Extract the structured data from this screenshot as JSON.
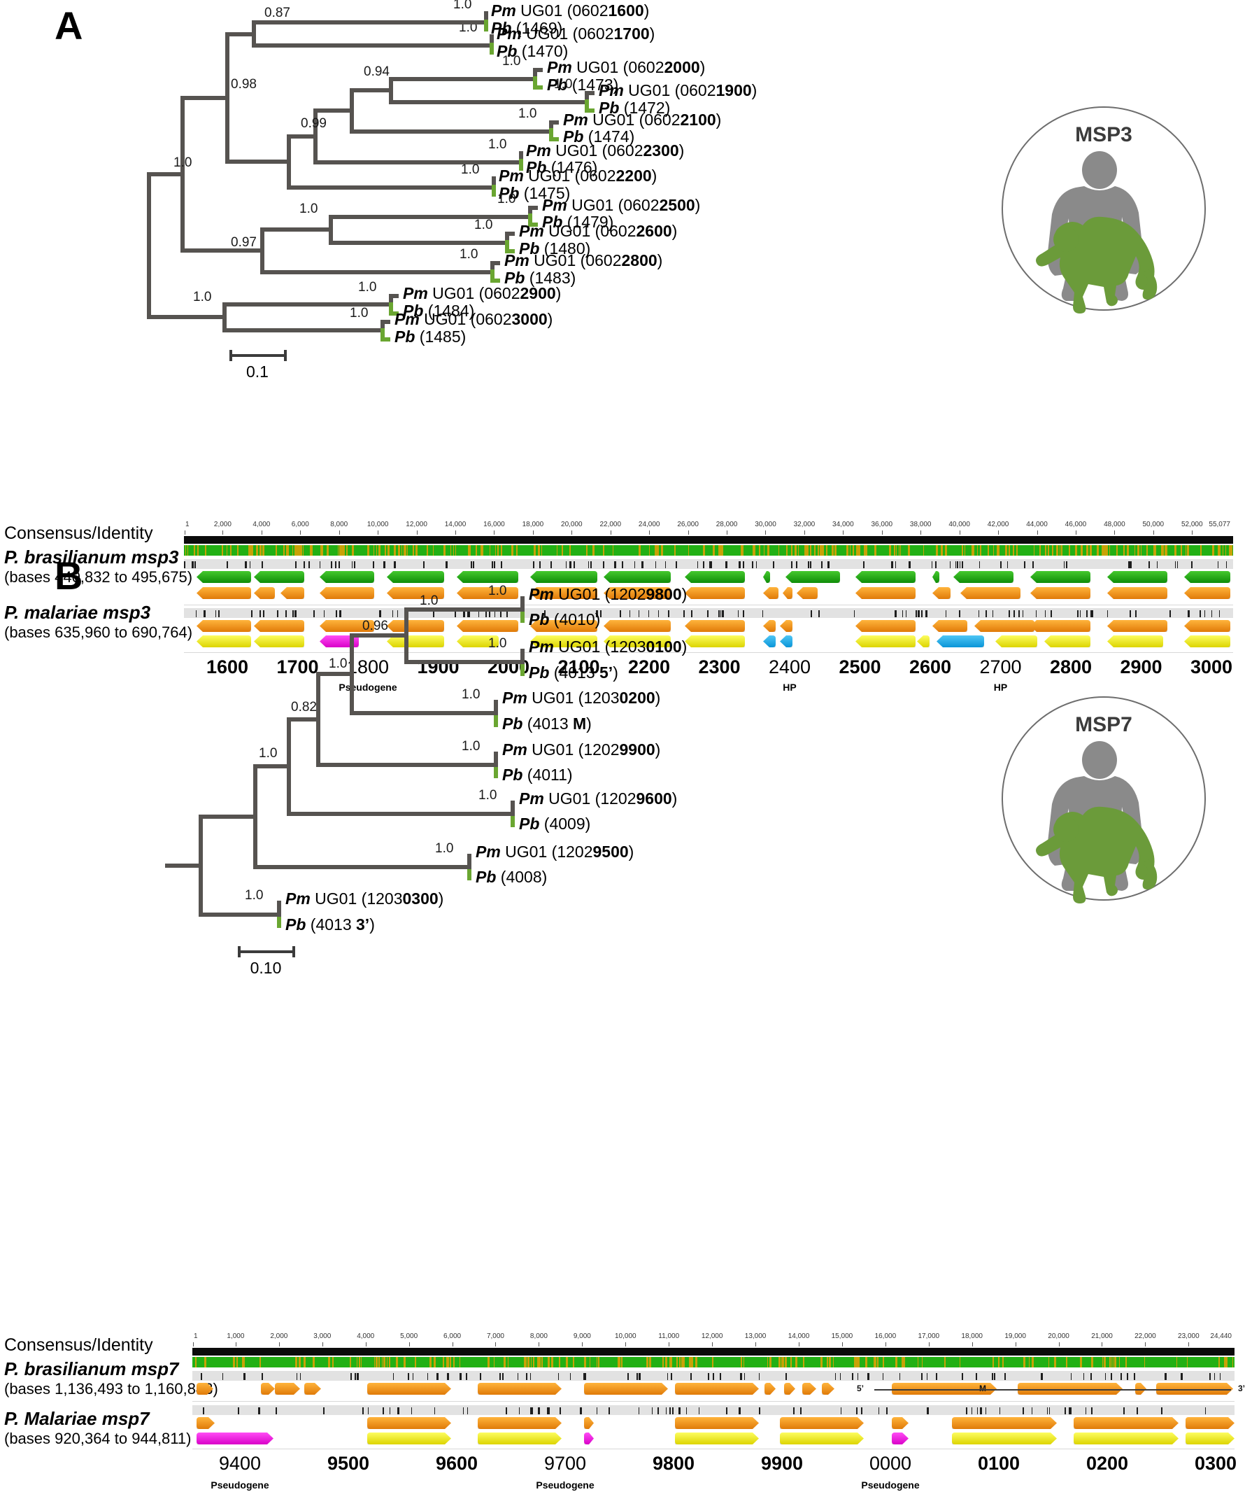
{
  "figure": {
    "panels": [
      {
        "letter": "A",
        "badge": {
          "title": "MSP3",
          "art": "human-and-monkey-silhouette"
        },
        "scale": {
          "label": "0.1"
        },
        "tree": {
          "supports": [
            "0.87",
            "0.98",
            "0.94",
            "0.99",
            "1.0",
            "0.97",
            "1.0",
            "1.0"
          ],
          "tips": [
            {
              "support": "1.0",
              "pm": "Pm",
              "pm_rest": " UG01 (0602",
              "pm_bold": "1600",
              "pm_tail": ")",
              "pb": "Pb",
              "pb_rest": " (1469)"
            },
            {
              "support": "1.0",
              "pm": "Pm",
              "pm_rest": " UG01 (0602",
              "pm_bold": "1700",
              "pm_tail": ")",
              "pb": "Pb",
              "pb_rest": " (1470)"
            },
            {
              "support": "1.0",
              "pm": "Pm",
              "pm_rest": " UG01 (0602",
              "pm_bold": "2000",
              "pm_tail": ")",
              "pb": "Pb",
              "pb_rest": " (1473)"
            },
            {
              "support": "1.0",
              "pm": "Pm",
              "pm_rest": " UG01 (0602",
              "pm_bold": "1900",
              "pm_tail": ")",
              "pb": "Pb",
              "pb_rest": " (1472)"
            },
            {
              "support": "1.0",
              "pm": "Pm",
              "pm_rest": " UG01 (0602",
              "pm_bold": "2100",
              "pm_tail": ")",
              "pb": "Pb",
              "pb_rest": " (1474)"
            },
            {
              "support": "1.0",
              "pm": "Pm",
              "pm_rest": " UG01 (0602",
              "pm_bold": "2300",
              "pm_tail": ")",
              "pb": "Pb",
              "pb_rest": " (1476)"
            },
            {
              "support": "1.0",
              "pm": "Pm",
              "pm_rest": " UG01 (0602",
              "pm_bold": "2200",
              "pm_tail": ")",
              "pb": "Pb",
              "pb_rest": " (1475)"
            },
            {
              "support": "1.0",
              "pm": "Pm",
              "pm_rest": " UG01 (0602",
              "pm_bold": "2500",
              "pm_tail": ")",
              "pb": "Pb",
              "pb_rest": " (1479)"
            },
            {
              "support": "1.0",
              "pm": "Pm",
              "pm_rest": " UG01 (0602",
              "pm_bold": "2600",
              "pm_tail": ")",
              "pb": "Pb",
              "pb_rest": " (1480)"
            },
            {
              "support": "1.0",
              "pm": "Pm",
              "pm_rest": " UG01 (0602",
              "pm_bold": "2800",
              "pm_tail": ")",
              "pb": "Pb",
              "pb_rest": " (1483)"
            },
            {
              "support": "1.0",
              "pm": "Pm",
              "pm_rest": " UG01 (0602",
              "pm_bold": "2900",
              "pm_tail": ")",
              "pb": "Pb",
              "pb_rest": " (1484)"
            },
            {
              "support": "1.0",
              "pm": "Pm",
              "pm_rest": " UG01 (0602",
              "pm_bold": "3000",
              "pm_tail": ")",
              "pb": "Pb",
              "pb_rest": " (1485)"
            }
          ]
        },
        "alignment": {
          "rows": [
            {
              "label": "Consensus/Identity"
            },
            {
              "label": "P. brasilianum  msp3",
              "sub": "(bases 440,832 to 495,675)"
            },
            {
              "label": "P. malariae msp3",
              "sub": "(bases 635,960 to 690,764)"
            }
          ],
          "ruler": {
            "start": "1",
            "end": "55,077",
            "ticks": [
              "2,000",
              "4,000",
              "6,000",
              "8,000",
              "10,000",
              "12,000",
              "14,000",
              "16,000",
              "18,000",
              "20,000",
              "22,000",
              "24,000",
              "26,000",
              "28,000",
              "30,000",
              "32,000",
              "34,000",
              "36,000",
              "38,000",
              "40,000",
              "42,000",
              "44,000",
              "46,000",
              "48,000",
              "50,000",
              "52,000"
            ]
          },
          "axis": [
            {
              "num": "1600",
              "bold": true,
              "sub": ""
            },
            {
              "num": "1700",
              "bold": true,
              "sub": ""
            },
            {
              "num": "1800",
              "bold": false,
              "sub": "Pseudogene"
            },
            {
              "num": "1900",
              "bold": true,
              "sub": ""
            },
            {
              "num": "2000",
              "bold": true,
              "sub": ""
            },
            {
              "num": "2100",
              "bold": true,
              "sub": ""
            },
            {
              "num": "2200",
              "bold": true,
              "sub": ""
            },
            {
              "num": "2300",
              "bold": true,
              "sub": ""
            },
            {
              "num": "2400",
              "bold": false,
              "sub": "HP"
            },
            {
              "num": "2500",
              "bold": true,
              "sub": ""
            },
            {
              "num": "2600",
              "bold": true,
              "sub": ""
            },
            {
              "num": "2700",
              "bold": false,
              "sub": "HP"
            },
            {
              "num": "2800",
              "bold": true,
              "sub": ""
            },
            {
              "num": "2900",
              "bold": true,
              "sub": ""
            },
            {
              "num": "3000",
              "bold": true,
              "sub": ""
            }
          ]
        }
      },
      {
        "letter": "B",
        "badge": {
          "title": "MSP7",
          "art": "human-and-monkey-silhouette"
        },
        "scale": {
          "label": "0.10"
        },
        "tree": {
          "supports": [
            "1.0",
            "0.96",
            "1.0",
            "0.82",
            "1.0",
            "1.0"
          ],
          "tips": [
            {
              "support": "1.0",
              "pm": "Pm",
              "pm_rest": " UG01 (1202",
              "pm_bold": "9800",
              "pm_tail": ")",
              "pb": "Pb",
              "pb_rest": " (4010)",
              "pb_bold": ""
            },
            {
              "support": "1.0",
              "pm": "Pm",
              "pm_rest": " UG01 (1203",
              "pm_bold": "0100",
              "pm_tail": ")",
              "pb": "Pb",
              "pb_rest": " (4013 ",
              "pb_bold": "5’",
              "pb_tail": ")"
            },
            {
              "support": "1.0",
              "pm": "Pm",
              "pm_rest": " UG01 (1203",
              "pm_bold": "0200",
              "pm_tail": ")",
              "pb": "Pb",
              "pb_rest": " (4013 ",
              "pb_bold": "M",
              "pb_tail": ")"
            },
            {
              "support": "1.0",
              "pm": "Pm",
              "pm_rest": " UG01 (1202",
              "pm_bold": "9900",
              "pm_tail": ")",
              "pb": "Pb",
              "pb_rest": " (4011)",
              "pb_bold": ""
            },
            {
              "support": "1.0",
              "pm": "Pm",
              "pm_rest": " UG01 (1202",
              "pm_bold": "9600",
              "pm_tail": ")",
              "pb": "Pb",
              "pb_rest": " (4009)",
              "pb_bold": ""
            },
            {
              "support": "1.0",
              "pm": "Pm",
              "pm_rest": " UG01 (1202",
              "pm_bold": "9500",
              "pm_tail": ")",
              "pb": "Pb",
              "pb_rest": " (4008)",
              "pb_bold": ""
            },
            {
              "support": "1.0",
              "pm": "Pm",
              "pm_rest": " UG01 (1203",
              "pm_bold": "0300",
              "pm_tail": ")",
              "pb": "Pb",
              "pb_rest": " (4013 ",
              "pb_bold": "3’",
              "pb_tail": ")"
            }
          ]
        },
        "alignment": {
          "rows": [
            {
              "label": "Consensus/Identity"
            },
            {
              "label": "P. brasilianum msp7",
              "sub": "(bases 1,136,493 to 1,160,843)"
            },
            {
              "label": "P. Malariae msp7",
              "sub": "(bases 920,364 to 944,811)"
            }
          ],
          "ruler": {
            "start": "1",
            "end": "24,440",
            "ticks": [
              "1,000",
              "2,000",
              "3,000",
              "4,000",
              "5,000",
              "6,000",
              "7,000",
              "8,000",
              "9,000",
              "10,000",
              "11,000",
              "12,000",
              "13,000",
              "14,000",
              "15,000",
              "16,000",
              "17,000",
              "18,000",
              "19,000",
              "20,000",
              "21,000",
              "22,000",
              "23,000"
            ]
          },
          "inline_marks": [
            {
              "text": "5’"
            },
            {
              "text": "M"
            },
            {
              "text": "3’"
            }
          ],
          "axis": [
            {
              "num": "9400",
              "bold": false,
              "sub": "Pseudogene"
            },
            {
              "num": "9500",
              "bold": true,
              "sub": ""
            },
            {
              "num": "9600",
              "bold": true,
              "sub": ""
            },
            {
              "num": "9700",
              "bold": false,
              "sub": "Pseudogene"
            },
            {
              "num": "9800",
              "bold": true,
              "sub": ""
            },
            {
              "num": "9900",
              "bold": true,
              "sub": ""
            },
            {
              "num": "0000",
              "bold": false,
              "sub": "Pseudogene"
            },
            {
              "num": "0100",
              "bold": true,
              "sub": ""
            },
            {
              "num": "0200",
              "bold": true,
              "sub": ""
            },
            {
              "num": "0300",
              "bold": true,
              "sub": ""
            }
          ]
        }
      }
    ]
  },
  "colors": {
    "branch": "#565350",
    "tip_green": "#6aa631",
    "identity_green": "#22b014",
    "identity_gold": "#c8a206",
    "gene_green": "#1a9c10",
    "gene_orange": "#f09b18",
    "gene_yellow": "#f2ee20",
    "gene_magenta": "#ee22e0",
    "gene_blue": "#28b0ea",
    "silhouette_gray": "#8a8a8a",
    "silhouette_green": "#6b9b3a"
  }
}
